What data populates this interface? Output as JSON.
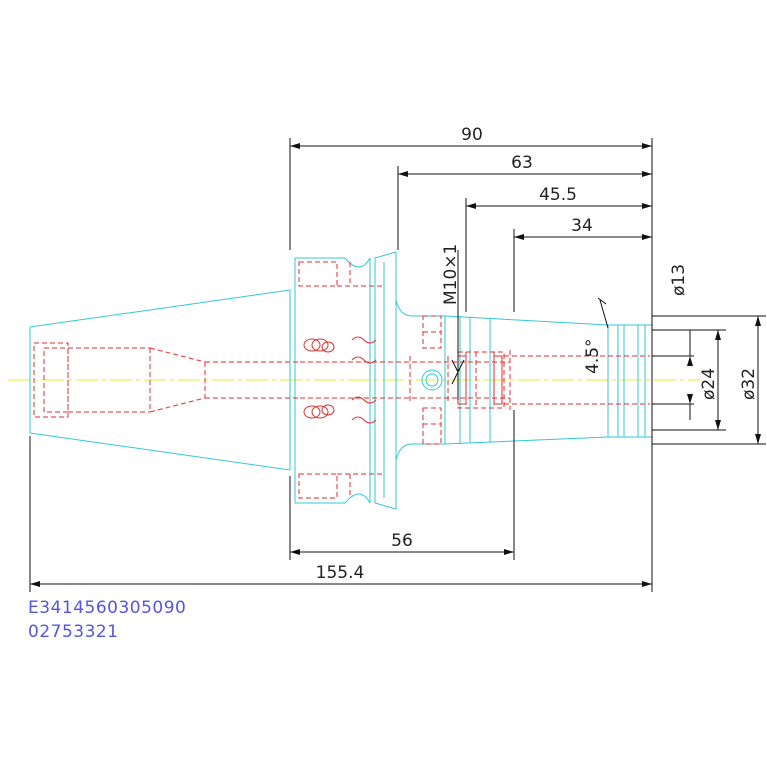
{
  "dimensions": {
    "d90": "90",
    "d63": "63",
    "d45_5": "45.5",
    "d34": "34",
    "d56": "56",
    "d155_4": "155.4",
    "thread": "M10×1",
    "taper": "4.5°",
    "dia13": "ø13",
    "dia24": "ø24",
    "dia32": "ø32"
  },
  "part_code": {
    "line1": "E3414560305090",
    "line2": "02753321"
  },
  "colors": {
    "outline": "#33c8d8",
    "hidden": "#e03030",
    "centerline": "#e8e830",
    "dimension": "#111111",
    "code": "#5555dd"
  }
}
